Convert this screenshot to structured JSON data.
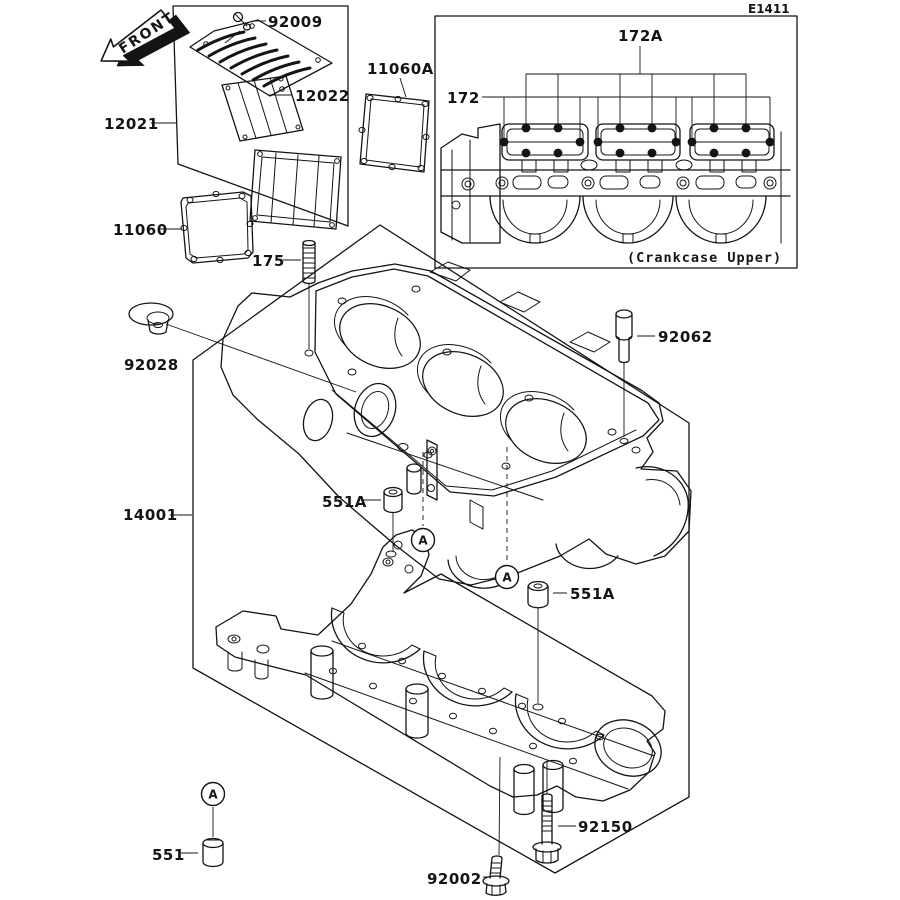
{
  "diagram": {
    "page_code": "E1411",
    "front_label": "FRONT",
    "view_caption": "(Crankcase Upper)",
    "marker": "A",
    "colors": {
      "ink": "#141414",
      "background": "#ffffff"
    },
    "callouts": {
      "c92009": "92009",
      "c12022": "12022",
      "c12021": "12021",
      "c11060": "11060",
      "c11060a": "11060A",
      "c175": "175",
      "c172": "172",
      "c172a": "172A",
      "c92028": "92028",
      "c92062": "92062",
      "c14001": "14001",
      "c551a_left": "551A",
      "c551a_right": "551A",
      "c551": "551",
      "c92150": "92150",
      "c92002": "92002"
    }
  }
}
